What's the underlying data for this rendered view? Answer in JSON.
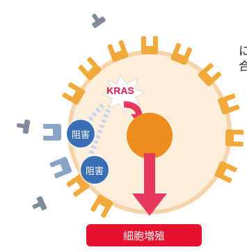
{
  "edge_text": {
    "line1": "に",
    "line2": "合"
  },
  "labels": {
    "kras": "KRAS",
    "inhibit_upper": "阻害",
    "inhibit_lower": "阻害",
    "result": "細胞増殖"
  },
  "colors": {
    "cell": "#fdeedb",
    "receptor": "#f2a93b",
    "nucleus": "#ee8c1e",
    "arrow": "#e8385f",
    "inhibitor": "#3b6fb5",
    "result_box": "#e8112d",
    "free_ligand": "#7f8b9a"
  }
}
